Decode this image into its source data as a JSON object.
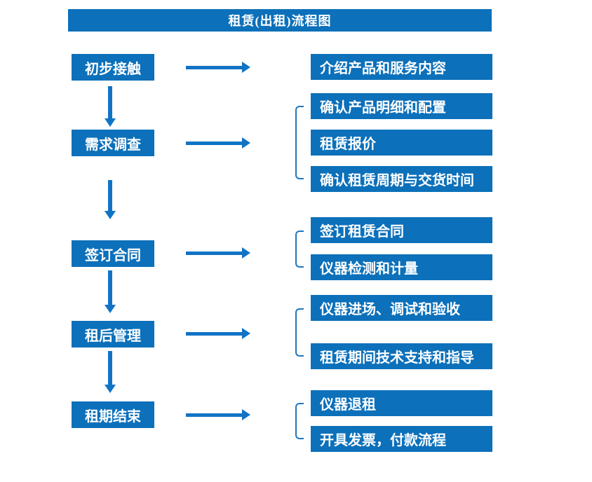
{
  "title": "租赁(出租)流程图",
  "colors": {
    "box_blue": "#0c70ba",
    "arrow_blue": "#1173c5",
    "bracket_blue": "#1d78c0",
    "text_white": "#ffffff"
  },
  "stages": [
    {
      "label": "初步接触",
      "details": [
        "介绍产品和服务内容"
      ]
    },
    {
      "label": "需求调查",
      "details": [
        "确认产品明细和配置",
        "租赁报价",
        "确认租赁周期与交货时间"
      ]
    },
    {
      "label": "签订合同",
      "details": [
        "签订租赁合同",
        "仪器检测和计量"
      ]
    },
    {
      "label": "租后管理",
      "details": [
        "仪器进场、调试和验收",
        "租赁期间技术支持和指导"
      ]
    },
    {
      "label": "租期结束",
      "details": [
        "仪器退租",
        "开具发票，付款流程"
      ]
    }
  ]
}
